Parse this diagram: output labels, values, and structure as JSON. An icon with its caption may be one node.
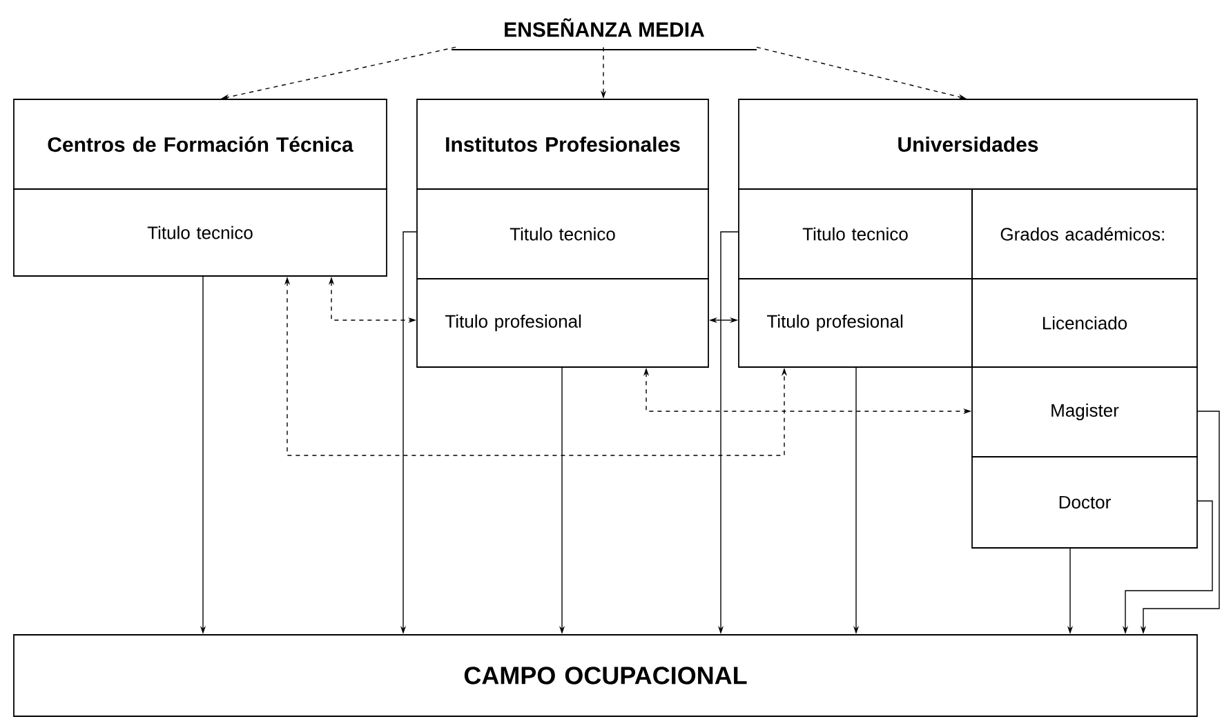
{
  "diagram": {
    "nodes": [
      {
        "text": [
          "ENSEÑANZA MEDIA"
        ]
      },
      {
        "text": [
          "Centros de Formación Técnica"
        ]
      },
      {
        "text": [
          "Titulo tecnico"
        ]
      },
      {
        "text": [
          "Institutos Profesionales"
        ]
      },
      {
        "text": [
          "Titulo tecnico"
        ]
      },
      {
        "text": [
          "Titulo profesional"
        ]
      },
      {
        "text": [
          "Universidades"
        ]
      },
      {
        "text": [
          "Titulo tecnico"
        ]
      },
      {
        "text": [
          "Grados académicos:"
        ]
      },
      {
        "text": [
          "Titulo profesional"
        ]
      },
      {
        "text": [
          "Licenciado"
        ]
      },
      {
        "text": [
          "Magister"
        ]
      },
      {
        "text": [
          "Doctor"
        ]
      },
      {
        "text": [
          "CAMPO OCUPACIONAL"
        ]
      }
    ],
    "edges": [
      {
        "from": 0,
        "to": 1,
        "arrow": "to",
        "style": "dashed"
      },
      {
        "from": 0,
        "to": 3,
        "arrow": "to",
        "style": "dashed"
      },
      {
        "from": 0,
        "to": 6,
        "arrow": "to",
        "style": "dashed"
      },
      {
        "from": 2,
        "to": 13,
        "arrow": "to"
      },
      {
        "from": 4,
        "to": 13,
        "arrow": "to"
      },
      {
        "from": 5,
        "to": 13,
        "arrow": "to"
      },
      {
        "from": 7,
        "to": 13,
        "arrow": "to"
      },
      {
        "from": 9,
        "to": 13,
        "arrow": "to"
      },
      {
        "from": 12,
        "to": 13,
        "arrow": "to"
      },
      {
        "from": 12,
        "to": 13,
        "arrow": "to"
      },
      {
        "from": 11,
        "to": 13,
        "arrow": "to"
      },
      {
        "from": 2,
        "to": 5,
        "arrow": "both",
        "style": "dashed"
      },
      {
        "from": 5,
        "to": 9,
        "arrow": "both"
      },
      {
        "from": 2,
        "to": 9,
        "arrow": "both",
        "style": "dashed"
      },
      {
        "from": 5,
        "to": 11,
        "arrow": "both",
        "style": "dashed"
      }
    ]
  }
}
